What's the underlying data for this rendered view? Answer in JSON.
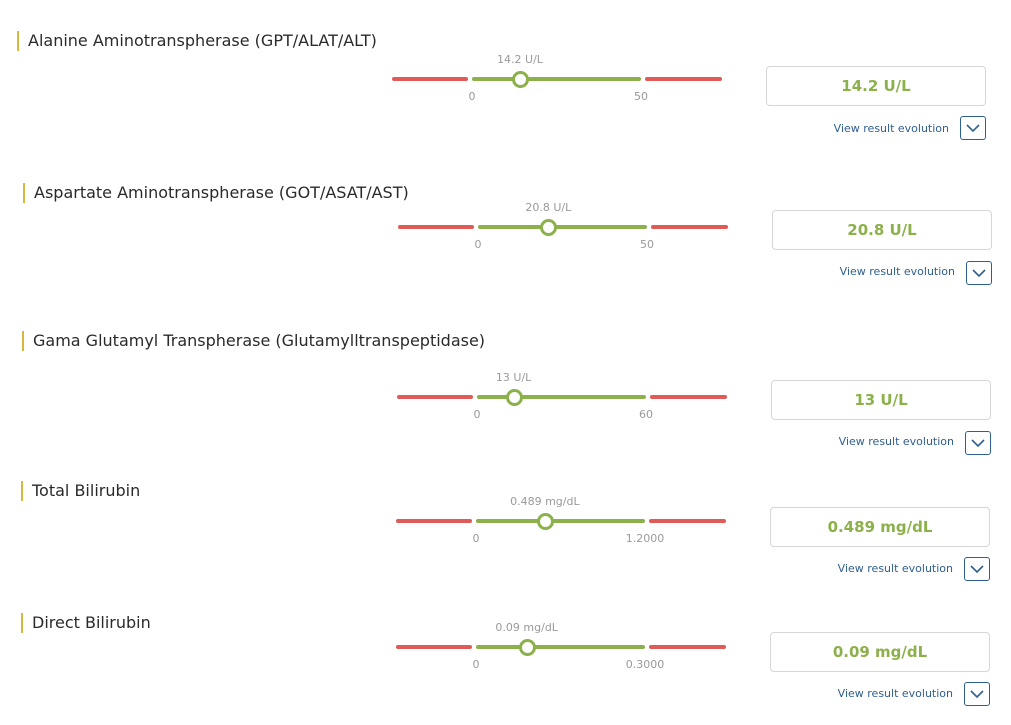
{
  "colors": {
    "out_of_range": "#e05a57",
    "in_range": "#8cb04a",
    "title_accent": "#d9b73a",
    "link": "#2f5f8f",
    "value_text": "#8cb04a"
  },
  "icons": {
    "evolution_toggle": "chevron-down-icon"
  },
  "results": [
    {
      "name": "Alanine Aminotranspherase (GPT/ALAT/ALT)",
      "value_label": "14.2 U/L",
      "display_value": "14.2 U/L",
      "value": 14.2,
      "range_min": 0,
      "range_max": 50,
      "range_min_label": "0",
      "range_max_label": "50",
      "link_label": "View result evolution"
    },
    {
      "name": "Aspartate Aminotranspherase (GOT/ASAT/AST)",
      "value_label": "20.8 U/L",
      "display_value": "20.8 U/L",
      "value": 20.8,
      "range_min": 0,
      "range_max": 50,
      "range_min_label": "0",
      "range_max_label": "50",
      "link_label": "View result evolution"
    },
    {
      "name": "Gama Glutamyl Transpherase (Glutamylltranspeptidase)",
      "value_label": "13 U/L",
      "display_value": "13 U/L",
      "value": 13,
      "range_min": 0,
      "range_max": 60,
      "range_min_label": "0",
      "range_max_label": "60",
      "link_label": "View result evolution"
    },
    {
      "name": "Total Bilirubin",
      "value_label": "0.489 mg/dL",
      "display_value": "0.489 mg/dL",
      "value": 0.489,
      "range_min": 0,
      "range_max": 1.2,
      "range_min_label": "0",
      "range_max_label": "1.2000",
      "link_label": "View result evolution"
    },
    {
      "name": "Direct Bilirubin",
      "value_label": "0.09 mg/dL",
      "display_value": "0.09 mg/dL",
      "value": 0.09,
      "range_min": 0,
      "range_max": 0.3,
      "range_min_label": "0",
      "range_max_label": "0.3000",
      "link_label": "View result evolution"
    }
  ]
}
